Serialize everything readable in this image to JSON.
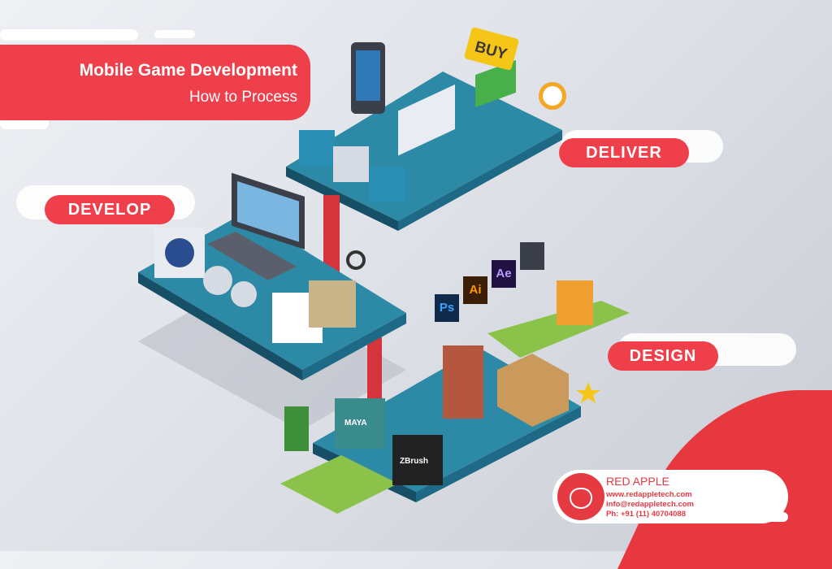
{
  "header": {
    "title": "Mobile Game Development",
    "subtitle": "How to Process"
  },
  "stages": {
    "develop": "DEVELOP",
    "deliver": "DELIVER",
    "design": "DESIGN"
  },
  "deliver_items": {
    "buy": "BUY"
  },
  "design_tools": {
    "ps": "Ps",
    "ai": "Ai",
    "ae": "Ae",
    "maya": "MAYA",
    "zbrush": "ZBrush"
  },
  "company": {
    "name": "RED APPLE",
    "website": "www.redappletech.com",
    "email": "info@redappletech.com",
    "phone": "Ph: +91 (11) 40704088"
  },
  "colors": {
    "accent": "#ef3f4a",
    "platform": "#1e6a86",
    "platform_top": "#2d8aa6"
  }
}
